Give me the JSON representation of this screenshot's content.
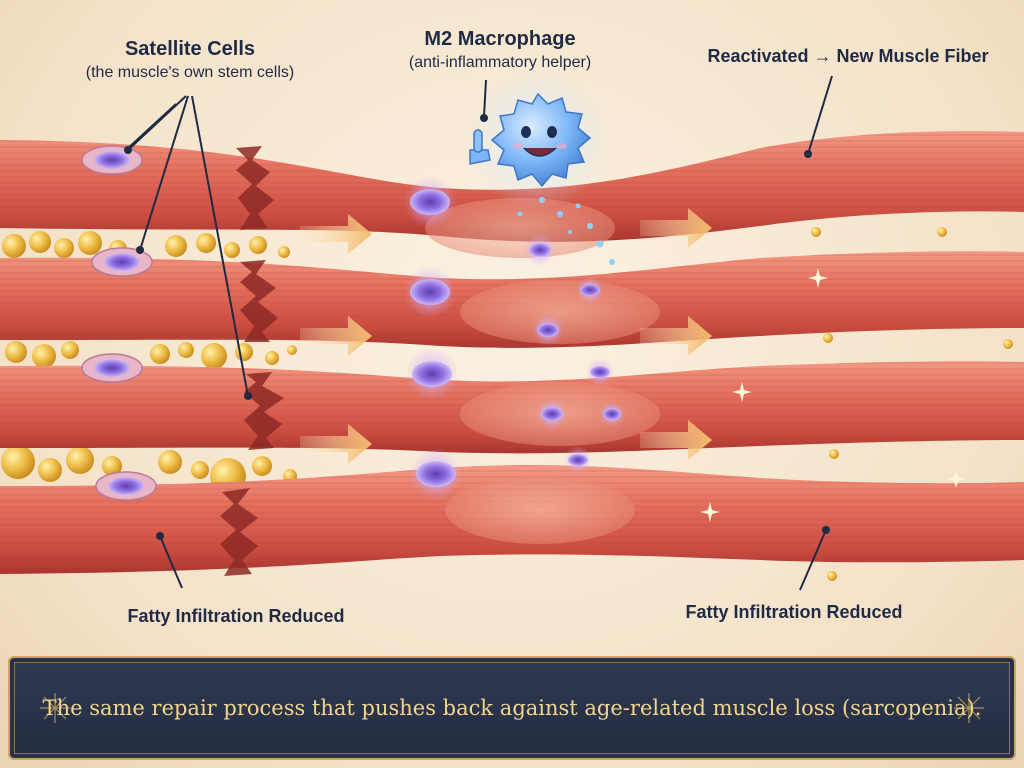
{
  "labels": {
    "satellite_title": "Satellite Cells",
    "satellite_sub": "(the muscle's own stem cells)",
    "macrophage_title": "M2 Macrophage",
    "macrophage_sub": "(anti-inflammatory helper)",
    "reactivated": "Reactivated → New Muscle Fiber",
    "fatty_left": "Fatty Infiltration Reduced",
    "fatty_right": "Fatty Infiltration Reduced"
  },
  "banner": {
    "text": "The same repair process that pushes back against age-related muscle loss (sarcopenia)."
  },
  "colors": {
    "fiber": "#d9574a",
    "fiber_light": "#f08a7a",
    "fat": "#e9b43a",
    "satellite": "#9b7ee0",
    "macrophage": "#6aa8f5",
    "arrow": "#f6c886",
    "banner_bg": "#27304a",
    "banner_text": "#f2d58e"
  },
  "icons": [
    "smiling-macrophage-icon",
    "thumbs-up-icon",
    "right-arrow-icon",
    "sparkle-icon"
  ]
}
